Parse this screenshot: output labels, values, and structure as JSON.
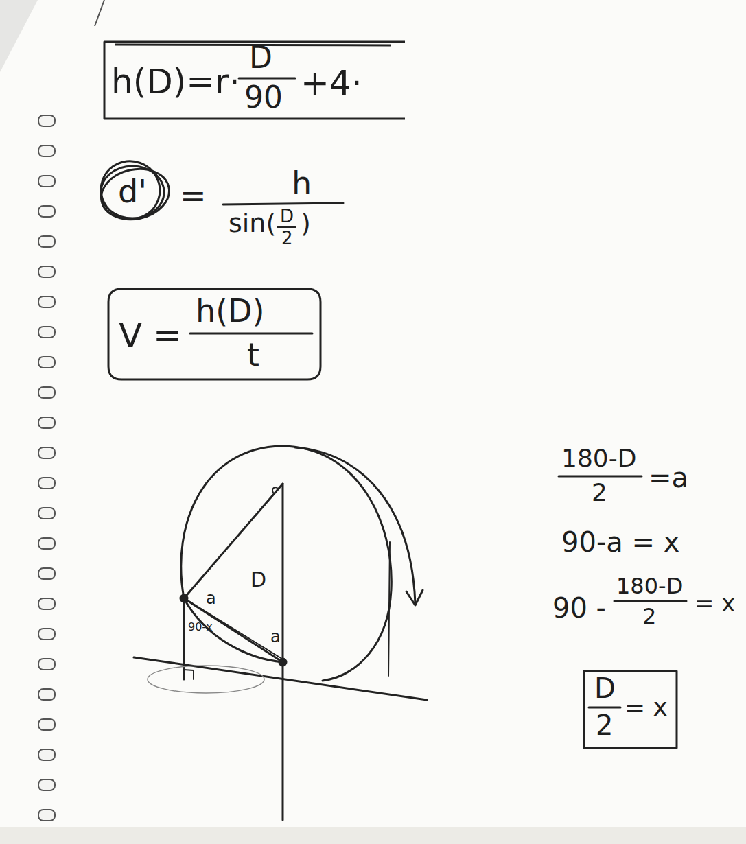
{
  "diagram": {
    "nodes": [
      {
        "text": [
          "h(D)=r·",
          "D",
          "90",
          "+4·"
        ]
      },
      {
        "text": [
          "V =",
          "h(D)",
          "t"
        ]
      },
      {
        "text": [
          "D",
          "2",
          "= x"
        ]
      }
    ],
    "labels": [
      "d'",
      "=",
      "h",
      "sin(",
      "D",
      "2",
      ")",
      "D",
      "a",
      "90-x",
      "a",
      "180-D",
      "2",
      "=a",
      "90-a = x",
      "90 -",
      "180-D",
      "2",
      "= x"
    ]
  }
}
